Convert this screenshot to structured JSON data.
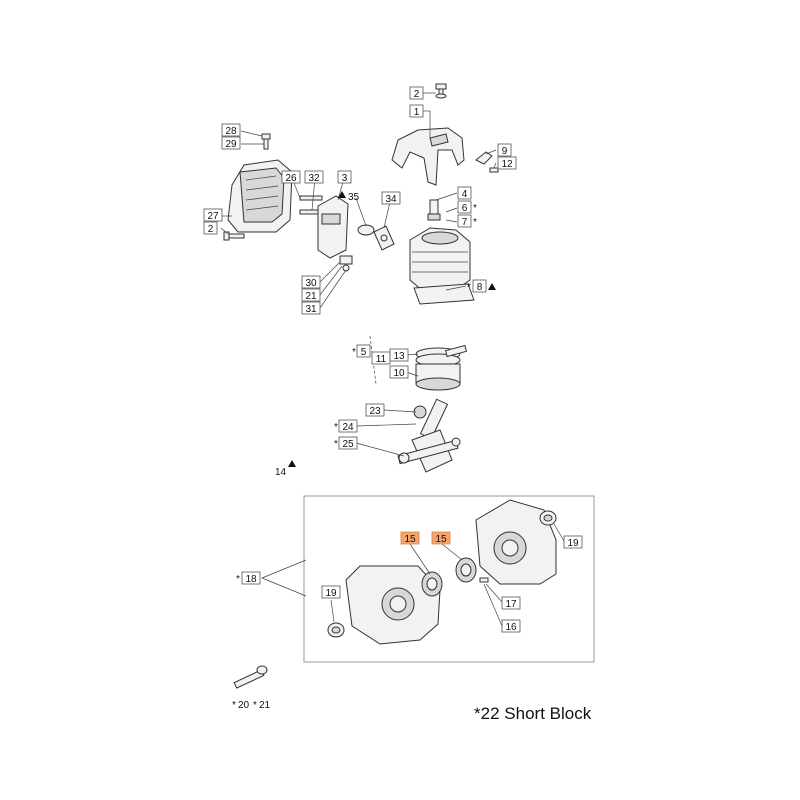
{
  "callouts": {
    "c1": "1",
    "c2a": "2",
    "c2b": "2",
    "c3": "3",
    "c4": "4",
    "c5": "5",
    "c6": "6",
    "c7": "7",
    "c8": "8",
    "c9": "9",
    "c10": "10",
    "c11": "11",
    "c12": "12",
    "c13": "13",
    "c14": "14",
    "c15a": "15",
    "c15b": "15",
    "c16": "16",
    "c17": "17",
    "c18": "18",
    "c19a": "19",
    "c19b": "19",
    "c20": "20",
    "c21a": "21",
    "c21b": "21",
    "c23": "23",
    "c24": "24",
    "c25": "25",
    "c26": "26",
    "c27": "27",
    "c28": "28",
    "c29": "29",
    "c30": "30",
    "c31": "31",
    "c32": "32",
    "c34": "34",
    "c35": "35"
  },
  "legend": {
    "star": "*",
    "number": "22",
    "label": "Short Block"
  },
  "colors": {
    "highlight": "#f4a46b",
    "line": "#333333",
    "frame": "#9a9a9a"
  }
}
